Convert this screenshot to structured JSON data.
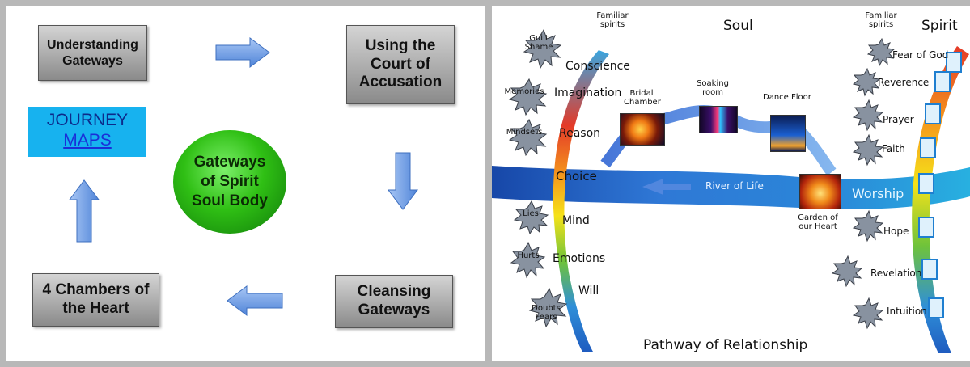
{
  "left": {
    "understanding": [
      "Understanding",
      "Gateways"
    ],
    "court": [
      "Using the",
      "Court of",
      "Accusation"
    ],
    "cleansing": [
      "Cleansing",
      "Gateways"
    ],
    "chambers": [
      "4 Chambers of",
      "the Heart"
    ],
    "journey": "JOURNEY",
    "maps": "MAPS",
    "center": [
      "Gateways",
      "of Spirit",
      "Soul Body"
    ]
  },
  "right": {
    "soul_title": "Soul",
    "spirit_title": "Spirit",
    "familiar_left": "Familiar spirits",
    "familiar_right": "Familiar spirits",
    "soul_items": [
      "Conscience",
      "Imagination",
      "Reason",
      "Choice",
      "Mind",
      "Emotions",
      "Will"
    ],
    "left_stars": [
      "Guilt Shame",
      "Memories",
      "Mindsets",
      "Lies",
      "Hurts",
      "Doubts Fears"
    ],
    "bridal": "Bridal Chamber",
    "soaking": "Soaking room",
    "dance": "Dance Floor",
    "river": "River of Life",
    "worship": "Worship",
    "garden": "Garden of our Heart",
    "spirit_items": [
      "Fear of God",
      "Reverence",
      "Prayer",
      "Faith",
      "Hope",
      "Revelation",
      "Intuition"
    ],
    "footer": "Pathway of Relationship"
  },
  "colors": {
    "arrow_blue": "#6d9ee8",
    "journey_bg": "#17b2ef",
    "ellipse_green": "#2fbf14",
    "river_blue": "#2a6fd0"
  }
}
